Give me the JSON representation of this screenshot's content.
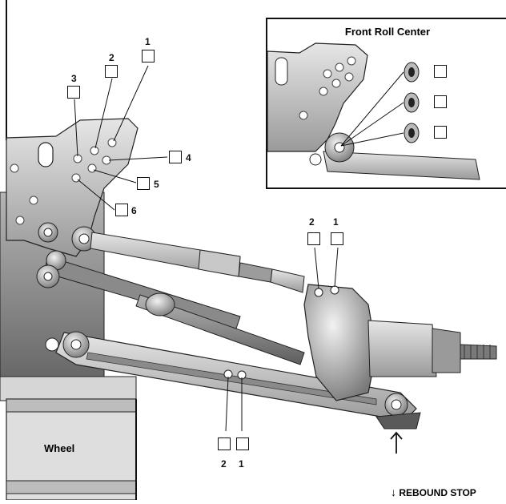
{
  "inset": {
    "title": "Front Roll Center"
  },
  "tower_holes": {
    "h1": "1",
    "h2": "2",
    "h3": "3",
    "h4": "4",
    "h5": "5",
    "h6": "6"
  },
  "upper_arm_holes": {
    "left": "2",
    "right": "1"
  },
  "lower_arm_holes": {
    "left": "2",
    "right": "1"
  },
  "wheel": {
    "label": "Wheel"
  },
  "rebound": {
    "label": "REBOUND STOP",
    "arrow": "↓"
  },
  "up_arrow": "↑",
  "colors": {
    "metal_light": "#d9d9d9",
    "metal_mid": "#a8a8a8",
    "metal_dark": "#6d6d6d",
    "outline": "#222222"
  },
  "icons": {
    "pointer": "arrow-up-icon",
    "rebound": "arrow-down-icon"
  }
}
